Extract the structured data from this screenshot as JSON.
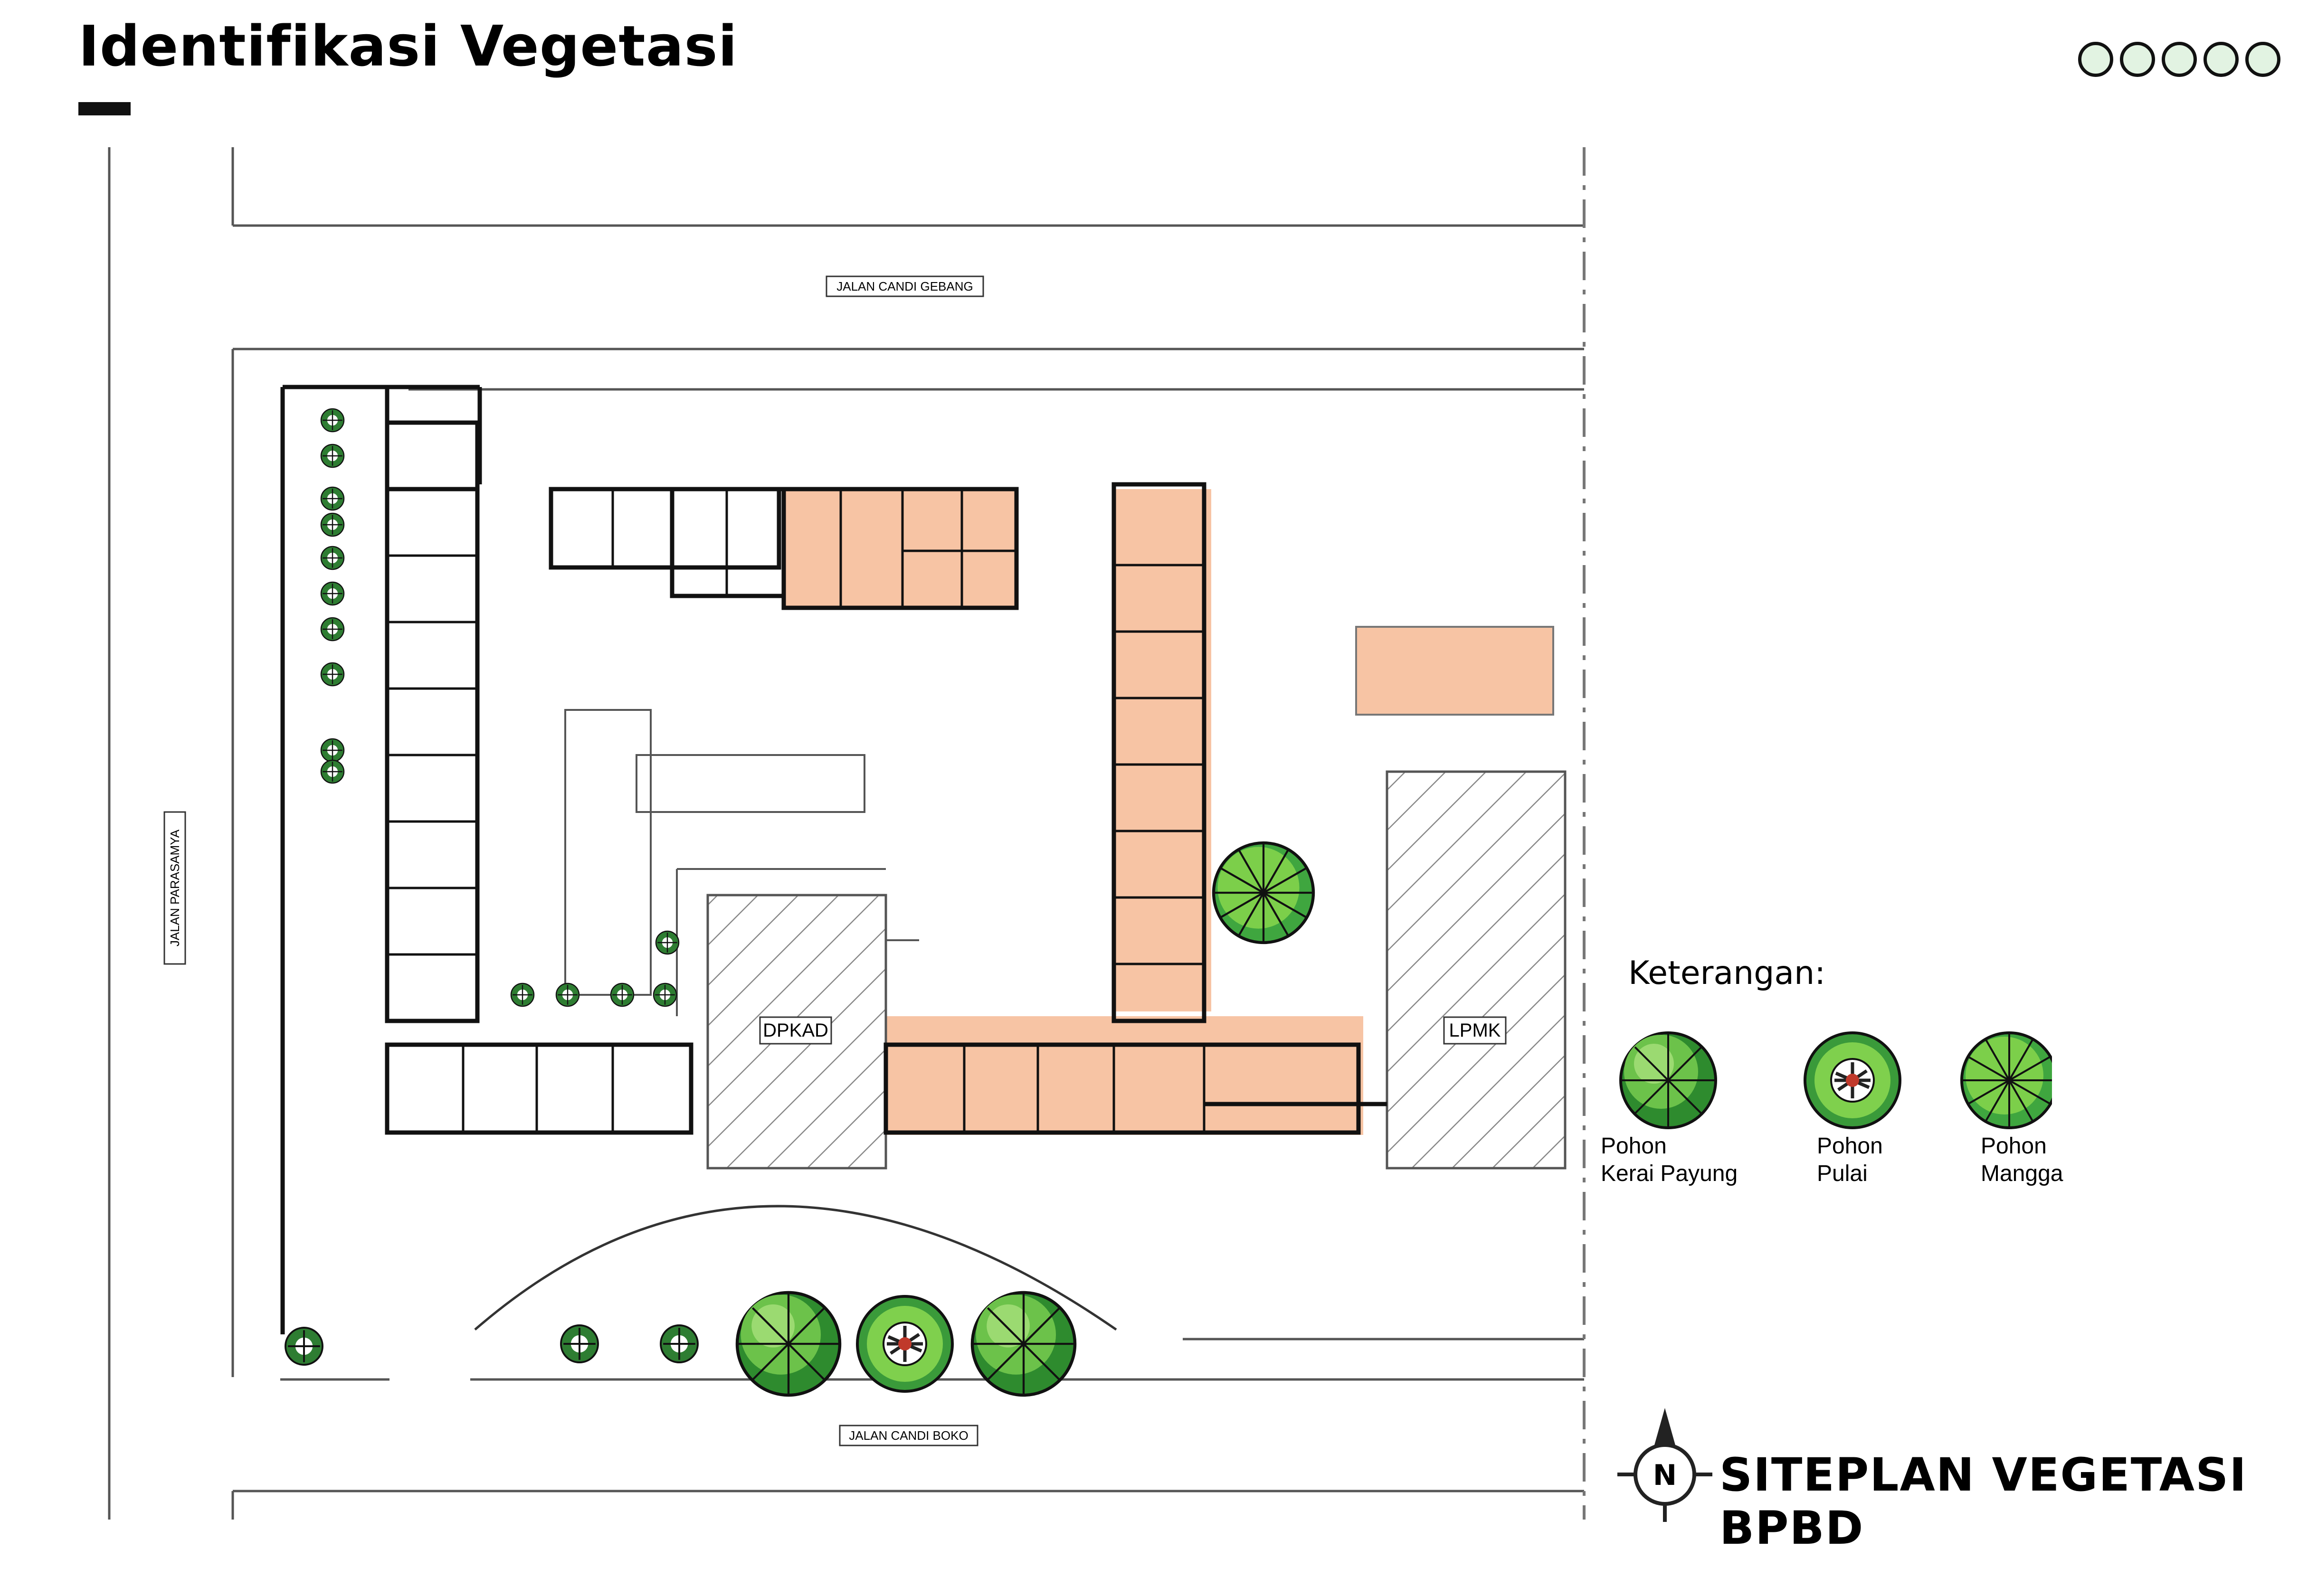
{
  "header": {
    "title": "Identifikasi Vegetasi",
    "progress": {
      "total": 5
    }
  },
  "plan": {
    "roads": {
      "north": "JALAN CANDI GEBANG",
      "south": "JALAN CANDI BOKO",
      "west": "JALAN PARASAMYA"
    },
    "buildings": {
      "dpkad": "DPKAD",
      "lpmk": "LPMK"
    },
    "colors": {
      "highlight": "#f7c4a4",
      "hatch": "#777777",
      "wall": "#111111"
    }
  },
  "legend": {
    "title": "Keterangan:",
    "items": [
      {
        "line1": "Pohon",
        "line2": "Kerai Payung",
        "icon": "kerai-payung-tree-icon"
      },
      {
        "line1": "Pohon",
        "line2": "Pulai",
        "icon": "pulai-tree-icon"
      },
      {
        "line1": "Pohon",
        "line2": "Mangga",
        "icon": "mangga-tree-icon"
      }
    ]
  },
  "footer": {
    "north_letter": "N",
    "siteplan_title": "SITEPLAN VEGETASI BPBD"
  }
}
